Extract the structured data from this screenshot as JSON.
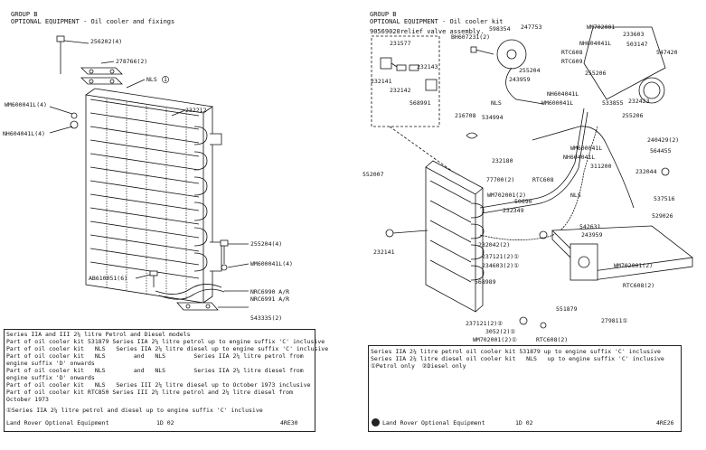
{
  "left": {
    "group": "GROUP B",
    "title": "OPTIONAL EQUIPMENT - Oil cooler and fixings",
    "parts": {
      "p256202": "256202(4)",
      "p278766": "278766(2)",
      "nls": "NLS",
      "n1": "1",
      "p232212": "232212",
      "wm600041l_4": "WM600041L(4)",
      "nh604041l_4": "NH604041L(4)",
      "p255204": "255204(4)",
      "wm600041l_4b": "WM600041L(4)",
      "ab610051": "AB610051(6)",
      "nrc6990": "NRC6990 A/R",
      "nrc6991": "NRC6991 A/R",
      "p543335": "543335(2)"
    },
    "caption": [
      "Series IIA and III 2¼ litre Petrol and Diesel models",
      "Part of oil cooler kit 531879 Series IIA 2¼ litre petrol up to engine suffix 'C' inclusive",
      "Part of oil cooler kit   NLS   Series IIA 2¼ litre diesel up to engine suffix 'C' inclusive",
      "Part of oil cooler kit   NLS        and   NLS        Series IIA 2¼ litre petrol from",
      "engine suffix 'D' onwards",
      "Part of oil cooler kit   NLS        and   NLS        Series IIA 2¼ litre diesel from",
      "engine suffix 'D' onwards",
      "Part of oil cooler kit   NLS   Series III 2¼ litre diesel up to October 1973 inclusive",
      "Part of oil cooler kit RTC850 Series III 2¼ litre petrol and 2¼ litre diesel from",
      "October 1973",
      "①Series IIA 2¼ litre petrol and diesel up to engine suffix 'C' inclusive"
    ],
    "footer": {
      "brand": "Land Rover Optional Equipment",
      "page": "1D 02",
      "ref": "4RE30"
    }
  },
  "right": {
    "group": "GROUP B",
    "title": "OPTIONAL EQUIPMENT - Oil cooler kit",
    "subtitle": "90569020relief valve assembly.",
    "parts": {
      "p231577": "231577",
      "p232143": "232143",
      "p232141a": "232141",
      "p232142": "232142",
      "p568991": "568991",
      "bh607231": "BH607231(2)",
      "p598354": "598354",
      "p247753": "247753",
      "wm702001": "WM702001",
      "p233603": "233603",
      "nh604041l": "NH604041L",
      "p503147": "503147",
      "rtc608a": "RTC608",
      "rtc609": "RTC609",
      "p547420": "547420",
      "p255204": "255204",
      "p255206a": "255206",
      "p243959a": "243959",
      "nh604041l_b": "NH604041L",
      "wm600041l": "WM600041L",
      "p533855": "533855",
      "p232423": "232423",
      "nls": "NLS",
      "p534994": "534994",
      "p255206b": "255206",
      "p216708": "216708",
      "wm600041l_b": "WM600041L",
      "p240429": "240429(2)",
      "nh604041l_c": "NH604041L",
      "p564455": "564455",
      "p232180": "232180",
      "p311200": "311200",
      "p232044": "232044",
      "p552007": "552007",
      "p77700": "77700(2)",
      "rtc608b": "RTC608",
      "p50690": "50690",
      "wm702001_2": "WM702001(2)",
      "nls_b": "NLS",
      "p537516": "537516",
      "p232349": "232349",
      "p529026": "529026",
      "p542631": "542631",
      "p243959b": "243959",
      "p232141b": "232141",
      "p232042": "232042(2)",
      "p237121a": "237121(2)①",
      "p234603": "234603(2)①",
      "wm702001_2b": "WM702001(2)",
      "p568989": "568989",
      "rtc608_2": "RTC608(2)",
      "p551879": "551879",
      "p237121b": "237121(2)②",
      "p3052": "3052(2)①",
      "wm702001_2c": "WM702001(2)①",
      "rtc608_2b": "RTC608(2)",
      "p279811": "279811①"
    },
    "caption": [
      "Series IIA 2¼ litre petrol oil cooler kit 531879 up to engine suffix 'C' inclusive",
      "Series IIA 2¼ litre diesel oil cooler kit   NLS   up to engine suffix 'C' inclusive",
      "①Petrol only  ②Diesel only"
    ],
    "footer": {
      "brand": "Land Rover Optional Equipment",
      "page": "1D 02",
      "ref": "4RE26"
    }
  }
}
